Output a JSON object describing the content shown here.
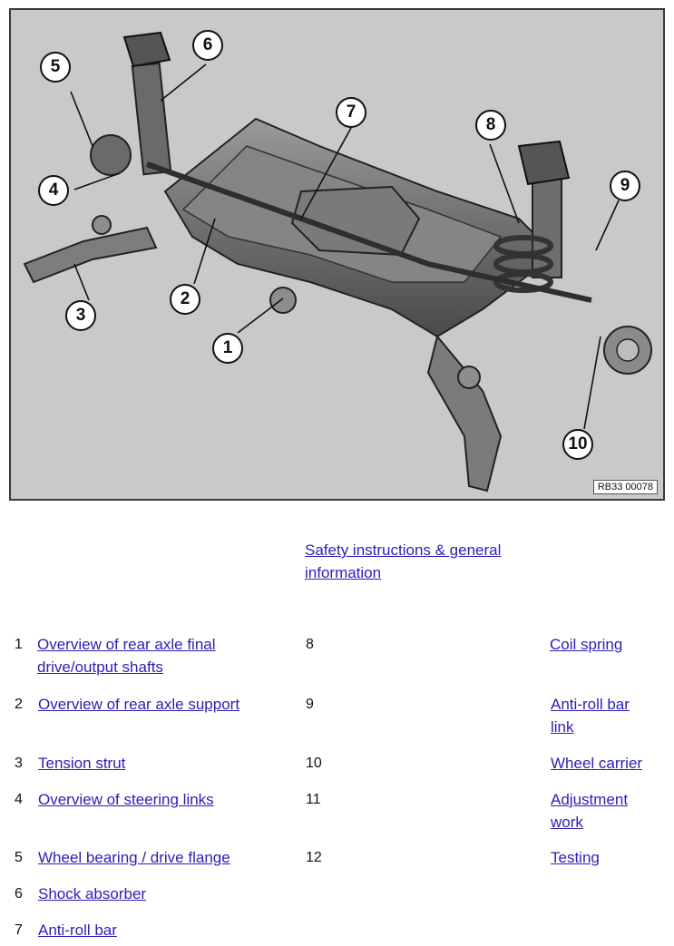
{
  "figure": {
    "ref": "RB33 00078",
    "callouts": [
      "1",
      "2",
      "3",
      "4",
      "5",
      "6",
      "7",
      "8",
      "9",
      "10"
    ]
  },
  "safety_link": "Safety instructions & general information",
  "left_items": [
    {
      "num": "1",
      "label": "Overview of rear axle final drive/output shafts"
    },
    {
      "num": "2",
      "label": "Overview of rear axle support"
    },
    {
      "num": "3",
      "label": "Tension strut"
    },
    {
      "num": "4",
      "label": "Overview of steering links"
    },
    {
      "num": "5",
      "label": "Wheel bearing / drive flange"
    },
    {
      "num": "6",
      "label": "Shock absorber"
    },
    {
      "num": "7",
      "label": "Anti-roll bar"
    }
  ],
  "right_items": [
    {
      "num": "8",
      "label": "Coil spring"
    },
    {
      "num": "9",
      "label": "Anti-roll bar link"
    },
    {
      "num": "10",
      "label": "Wheel carrier"
    },
    {
      "num": "11",
      "label": "Adjustment work"
    },
    {
      "num": "12",
      "label": "Testing"
    }
  ],
  "colors": {
    "link": "#2b1fb5",
    "figure_bg": "#c9c9c9"
  }
}
